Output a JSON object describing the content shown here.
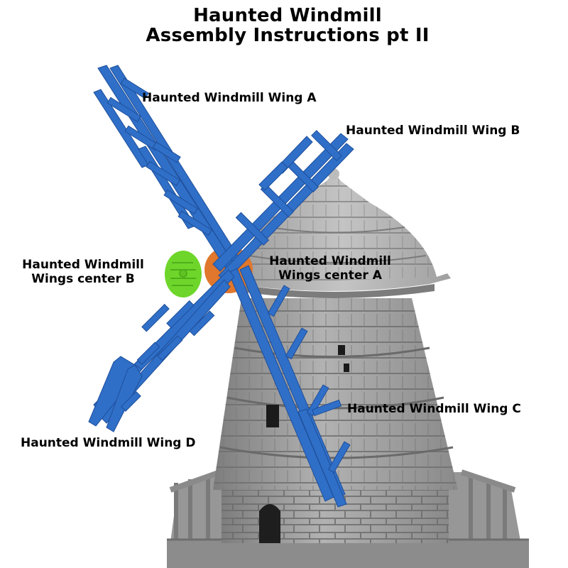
{
  "title": {
    "line1": "Haunted Windmill",
    "line2": "Assembly Instructions pt II"
  },
  "parts": [
    {
      "id": "wing-a",
      "label": "Haunted Windmill Wing A",
      "color": "#2f6fc8"
    },
    {
      "id": "wing-b",
      "label": "Haunted Windmill Wing B",
      "color": "#2f6fc8"
    },
    {
      "id": "wing-c",
      "label": "Haunted Windmill Wing C",
      "color": "#2f6fc8"
    },
    {
      "id": "wing-d",
      "label": "Haunted Windmill Wing D",
      "color": "#2f6fc8"
    },
    {
      "id": "center-a",
      "label_line1": "Haunted Windmill",
      "label_line2": "Wings center A",
      "color": "#e0772c"
    },
    {
      "id": "center-b",
      "label_line1": "Haunted Windmill",
      "label_line2": "Wings center B",
      "color": "#6ed62a"
    }
  ],
  "model": {
    "tower_color": "#9a9a9a",
    "roof_color": "#a8a8a8",
    "base_color": "#8e8e8e"
  }
}
